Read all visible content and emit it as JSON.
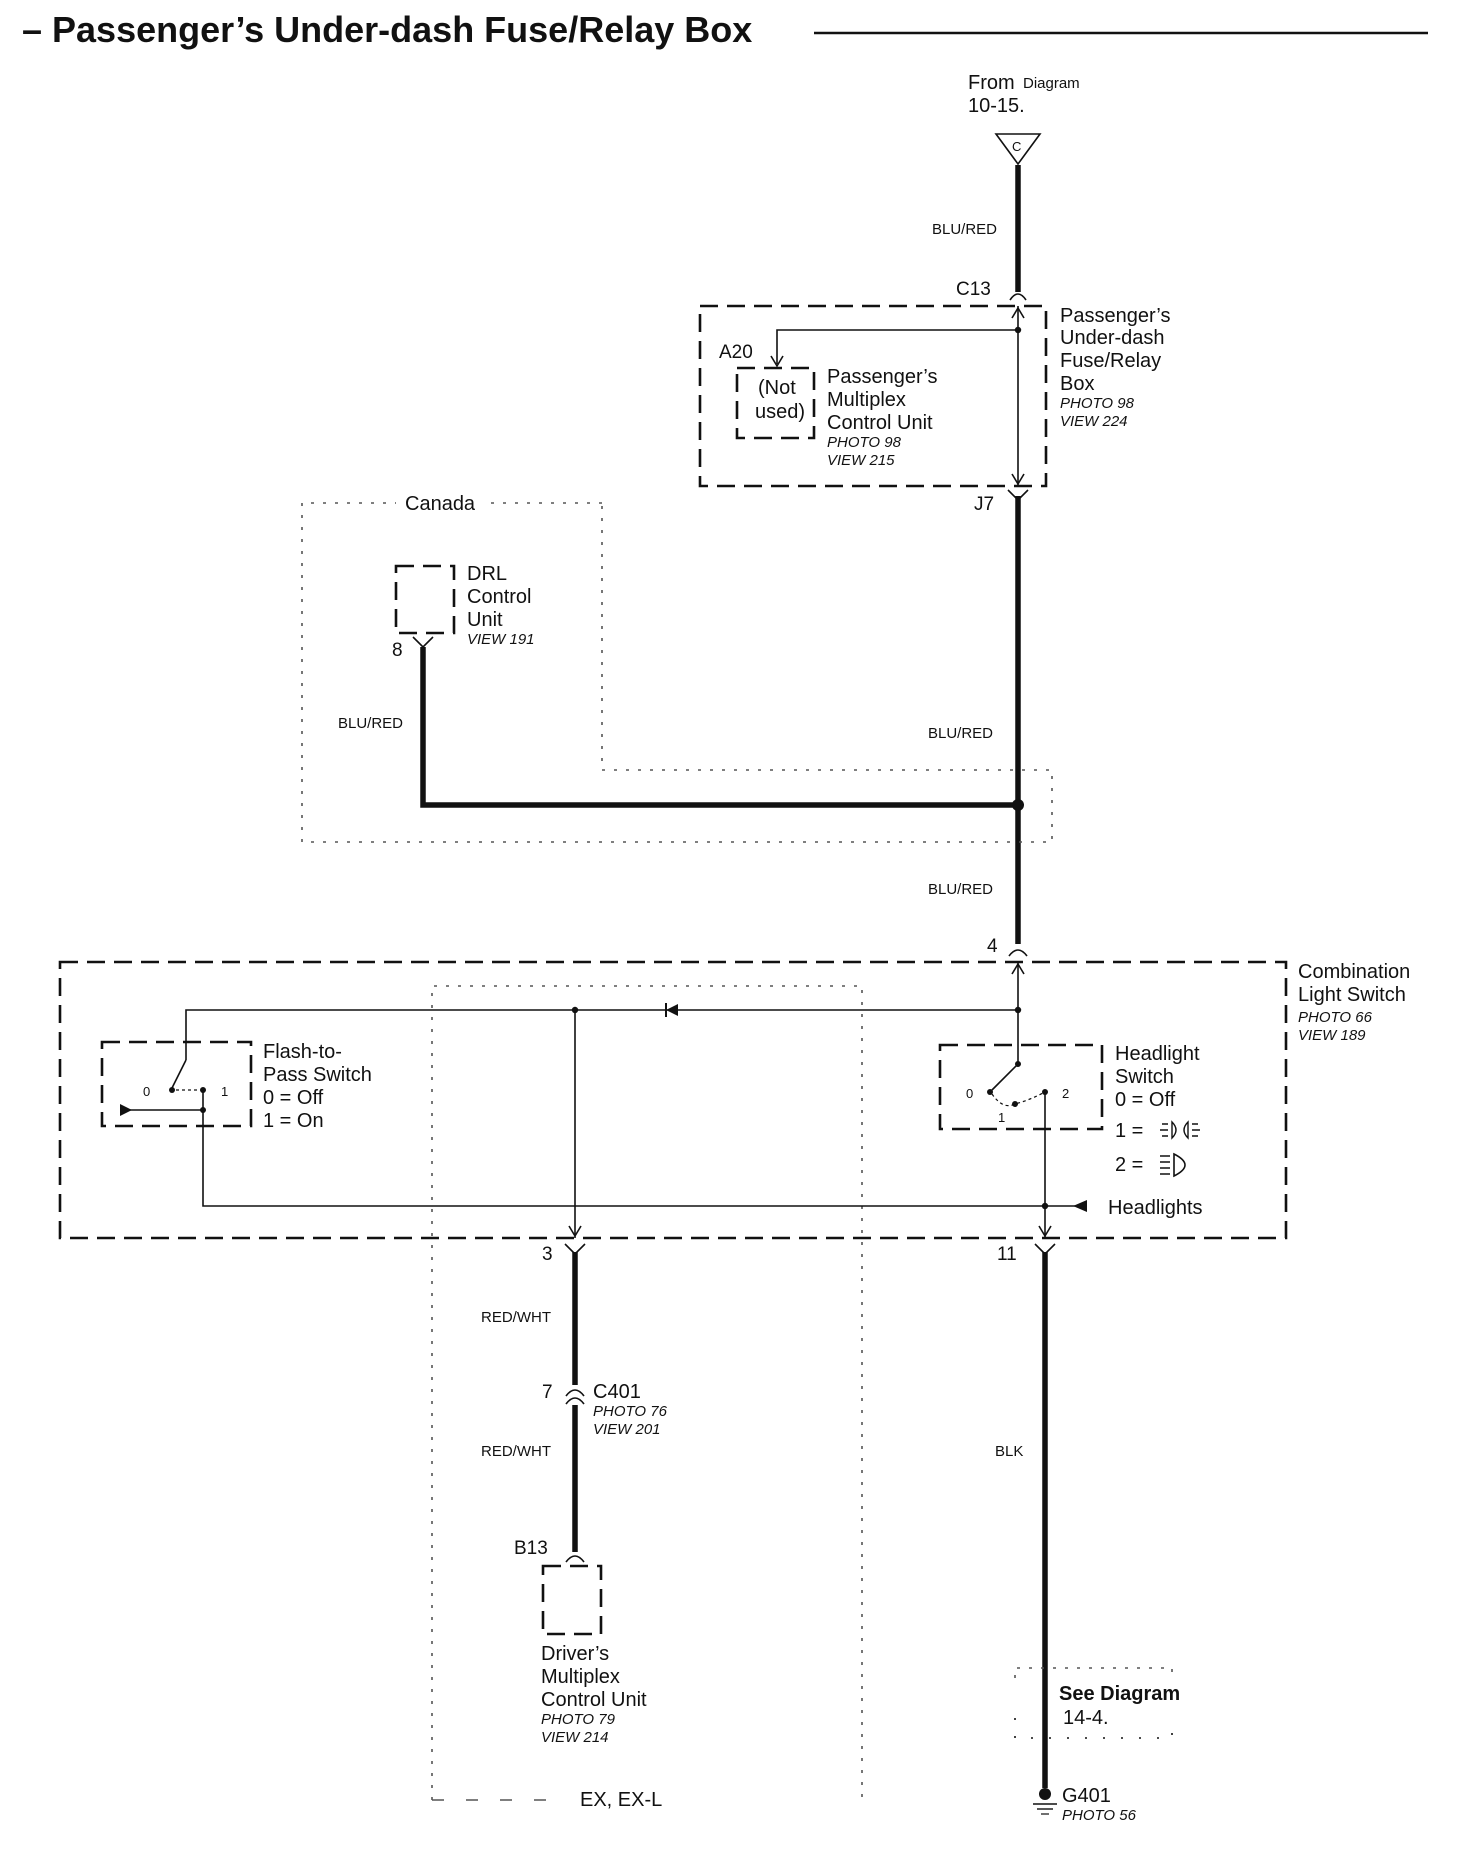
{
  "title": "– Passenger’s Under-dash Fuse/Relay Box",
  "from_diagram": {
    "line1": "From",
    "line1b": "Diagram",
    "line2": "10-15.",
    "connector": "C"
  },
  "wires": {
    "top": "BLU/RED",
    "drl": "BLU/RED",
    "mid": "BLU/RED",
    "lower": "BLU/RED",
    "dmcu_upper": "RED/WHT",
    "dmcu_lower": "RED/WHT",
    "ground": "BLK"
  },
  "fuse_box": {
    "name_lines": [
      "Passenger’s",
      "Under-dash",
      "Fuse/Relay",
      "Box"
    ],
    "photo": "PHOTO 98",
    "view": "VIEW 224",
    "pin_top": "C13",
    "pin_bottom": "J7",
    "pin_a20": "A20"
  },
  "pmcu": {
    "not_used_lines": [
      "(Not",
      "used)"
    ],
    "name_lines": [
      "Passenger’s",
      "Multiplex",
      "Control Unit"
    ],
    "photo": "PHOTO 98",
    "view": "VIEW 215"
  },
  "canada": {
    "label": "Canada",
    "drl_lines": [
      "DRL",
      "Control",
      "Unit"
    ],
    "view": "VIEW 191",
    "pin": "8"
  },
  "combination_switch": {
    "name_lines": [
      "Combination",
      "Light Switch"
    ],
    "photo": "PHOTO 66",
    "view": "VIEW 189",
    "pin_top": "4",
    "pin_left": "3",
    "pin_right": "11",
    "headlights": "Headlights"
  },
  "flash_to_pass": {
    "name_lines": [
      "Flash-to-",
      "Pass Switch",
      "0 = Off",
      "1 = On"
    ],
    "pos0": "0",
    "pos1": "1"
  },
  "headlight_switch": {
    "name_lines": [
      "Headlight",
      "Switch",
      "0 = Off"
    ],
    "legend1": "1 =",
    "legend2": "2 =",
    "pos0": "0",
    "pos1": "1",
    "pos2": "2"
  },
  "c401": {
    "name": "C401",
    "pin": "7",
    "photo": "PHOTO 76",
    "view": "VIEW 201"
  },
  "dmcu": {
    "pin": "B13",
    "name_lines": [
      "Driver’s",
      "Multiplex",
      "Control Unit"
    ],
    "photo": "PHOTO 79",
    "view": "VIEW 214"
  },
  "ex_label": "EX, EX-L",
  "see_diagram": {
    "line1": "See Diagram",
    "line2": "14-4."
  },
  "ground": {
    "name": "G401",
    "photo": "PHOTO 56"
  }
}
